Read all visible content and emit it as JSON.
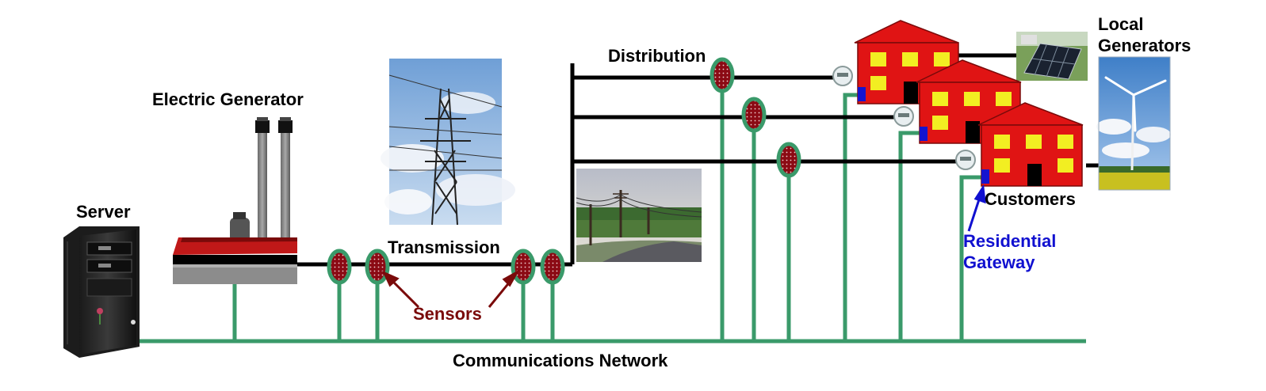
{
  "labels": {
    "electric_generator": "Electric Generator",
    "server": "Server",
    "transmission": "Transmission",
    "distribution": "Distribution",
    "local_generators_line1": "Local",
    "local_generators_line2": "Generators",
    "customers": "Customers",
    "residential_gateway_line1": "Residential",
    "residential_gateway_line2": "Gateway",
    "sensors": "Sensors",
    "communications_network": "Communications Network"
  },
  "colors": {
    "network_green": "#3a9a6a",
    "sensor_red": "#8b0a14",
    "house_red": "#e01414",
    "window_yellow": "#f2ee22",
    "gateway_blue": "#1414d0",
    "power_line": "#000000",
    "sensors_text": "#7a0a0a",
    "gateway_text": "#1010d0"
  },
  "icons": {
    "server": "tower-computer-icon",
    "generator": "power-plant-icon",
    "sensor": "sensor-node-icon",
    "meter": "smart-meter-icon",
    "house": "house-icon",
    "gateway": "residential-gateway-icon",
    "pylon_photo": "transmission-tower-photo",
    "poles_photo": "utility-poles-photo",
    "solar_photo": "solar-panel-photo",
    "wind_photo": "wind-turbine-photo"
  }
}
